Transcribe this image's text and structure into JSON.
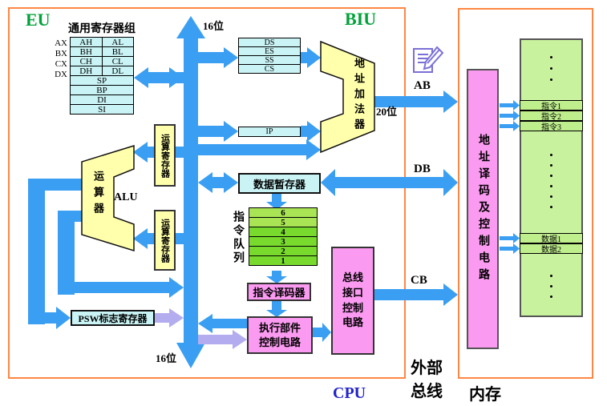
{
  "colors": {
    "border_orange": "#ff8642",
    "bus_blue": "#3a9ff2",
    "flag_lavender": "#b3adf0",
    "box_cyan": "#c9f3f5",
    "box_yellow": "#ffffac",
    "box_pink": "#fa9af0",
    "memory_green": "#c9f29e",
    "memory_row_green": "#bfee8d",
    "queue_light_green": "#a9e455",
    "queue_dark_green": "#79da2e",
    "label_green": "#00a33a",
    "label_blue": "#2222cc",
    "icon_purple": "#7a70d8"
  },
  "eu": {
    "label": "EU",
    "gpr_title": "通用寄存器组",
    "gpr_row_labels": [
      "AX",
      "BX",
      "CX",
      "DX"
    ],
    "gpr_split_rows": [
      [
        "AH",
        "AL"
      ],
      [
        "BH",
        "BL"
      ],
      [
        "CH",
        "CL"
      ],
      [
        "DH",
        "DL"
      ]
    ],
    "gpr_full_rows": [
      "SP",
      "BP",
      "DI",
      "SI"
    ],
    "alu_name": "运算器",
    "alu_abbr": "ALU",
    "temp_reg_top": "运算寄存器",
    "temp_reg_bottom": "运算寄存器",
    "psw": "PSW标志寄存器",
    "bus_width_top": "16位",
    "bus_width_bottom": "16位"
  },
  "biu": {
    "label": "BIU",
    "segment_registers": [
      "DS",
      "ES",
      "SS",
      "CS"
    ],
    "ip": "IP",
    "adder": "地址加法器",
    "adder_width": "20位",
    "data_buffer": "数据暂存器",
    "queue_label": "指令队列",
    "queue_slots": [
      "6",
      "5",
      "4",
      "3",
      "2",
      "1"
    ],
    "decoder": "指令译码器",
    "eu_control_line1": "执行部件",
    "eu_control_line2": "控制电路",
    "bus_interface_lines": [
      "总线",
      "接口",
      "控制",
      "电路"
    ]
  },
  "buses": {
    "ab": "AB",
    "db": "DB",
    "cb": "CB"
  },
  "labels": {
    "cpu": "CPU",
    "external_bus_line1": "外部",
    "external_bus_line2": "总线",
    "memory": "内存"
  },
  "memory": {
    "decoder": "地址译码及控制电路",
    "instruction_rows": [
      "指令1",
      "指令2",
      "指令3"
    ],
    "data_rows": [
      "数据1",
      "数据2"
    ]
  }
}
